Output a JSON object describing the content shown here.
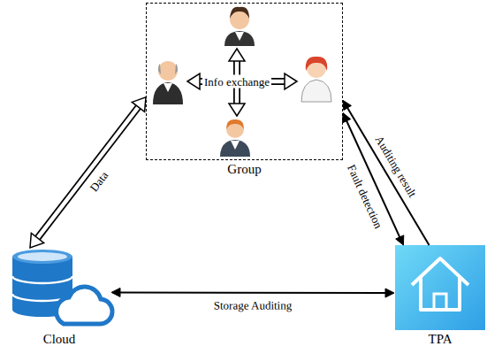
{
  "diagram": {
    "nodes": [
      {
        "text": [
          "Group"
        ]
      },
      {
        "text": [
          "Cloud"
        ]
      },
      {
        "text": [
          "TPA"
        ]
      }
    ],
    "edges": [
      {
        "from": 0,
        "to": 1,
        "label": "Data",
        "arrow": "both"
      },
      {
        "from": 0,
        "to": 2,
        "label": "Fault detection",
        "arrow": "both"
      },
      {
        "from": 2,
        "to": 0,
        "label": "Auditing result",
        "arrow": "to"
      },
      {
        "from": 1,
        "to": 2,
        "label": "Storage Auditing",
        "arrow": "both"
      }
    ],
    "labels": [
      "Info exchange"
    ]
  }
}
